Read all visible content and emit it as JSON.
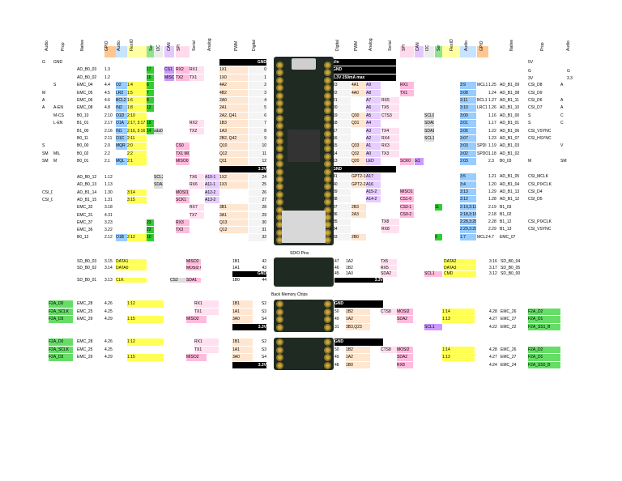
{
  "left_headers": [
    "Audio",
    "Prop",
    "Native",
    "GPIO",
    "Audio",
    "FlexIO",
    "Ser",
    "I2C",
    "CAN",
    "SPI",
    "Serial",
    "Analog",
    "PWM",
    "Digital"
  ],
  "right_headers": [
    "Digital",
    "PWM",
    "Analog",
    "Serial",
    "SPI",
    "CAN",
    "I2C",
    "Ser",
    "FlexIO",
    "Audio",
    "GPIO",
    "Native",
    "Prop",
    "Audio"
  ],
  "legend_row": {
    "l_audio": "G",
    "l_native": "GND",
    "r_prop1": "5V",
    "r_prop2": "G",
    "r_prop3": "3V",
    "r_audio2": "G",
    "r_audio3": "3.3"
  },
  "left_rows": [
    {
      "digital": "GND",
      "pwm": "",
      "native": "GND",
      "dark": true
    },
    {
      "native": "AD_B0_03",
      "gpio": "1.3",
      "flexio": "",
      "ser": "17",
      "spi": "RX2",
      "can": "CS1",
      "serial": "RX1",
      "pwm": "1X1",
      "digital": "0"
    },
    {
      "native": "AD_B0_02",
      "gpio": "1.2",
      "ser": "16",
      "spi": "TX2",
      "can": "MISO1",
      "serial": "TX1",
      "pwm": "1X0",
      "digital": "1"
    },
    {
      "prop": "S",
      "native": "EMC_04",
      "gpio": "4.4",
      "audio": "O2",
      "flexio": "1:4",
      "ser": "6",
      "pwm": "4A2",
      "digital": "2"
    },
    {
      "audio0": "M",
      "native": "EMC_05",
      "gpio": "4.5",
      "audio": "LR2",
      "flexio": "1:5",
      "ser": "7",
      "pwm": "4B2",
      "digital": "3"
    },
    {
      "audio0": "A",
      "native": "EMC_06",
      "gpio": "4.6",
      "audio": "BCL2",
      "flexio": "1:6",
      "ser": "8",
      "pwm": "2A0",
      "digital": "4"
    },
    {
      "audio0": "A",
      "prop": "A-EN",
      "native": "EMC_08",
      "gpio": "4.8",
      "audio": "IN2",
      "flexio": "1:8",
      "ser": "12",
      "pwm": "2A1",
      "digital": "5"
    },
    {
      "prop": "M-CS",
      "native": "B0_10",
      "gpio": "2.10",
      "audio": "O1D",
      "flexio": "2:10",
      "pwm": "2A2, Q41",
      "digital": "6"
    },
    {
      "prop": "L-EN",
      "native": "B1_01",
      "gpio": "2.17",
      "audio": "O1A",
      "flexio": "2:17, 3:17",
      "ser": "18",
      "serial": "RX2",
      "pwm": "1B3",
      "digital": "7"
    },
    {
      "native": "B1_00",
      "gpio": "2.16",
      "audio": "IN1",
      "flexio": "2:16, 3:16",
      "ser": "14",
      "i2c": "sda0",
      "serial": "TX2",
      "pwm": "1A3",
      "digital": "8"
    },
    {
      "native": "B0_11",
      "gpio": "2.11",
      "audio": "O1C",
      "flexio": "2:11",
      "pwm": "2B2, Q42",
      "digital": "9"
    },
    {
      "audio0": "S",
      "native": "B0_00",
      "gpio": "2.0",
      "audio": "MQR",
      "flexio": "2:0",
      "spi": "CS0",
      "pwm": "Q10",
      "digital": "10"
    },
    {
      "audio0": "SM",
      "prop": "MIL",
      "native": "B0_02",
      "gpio": "2.2",
      "flexio": "2:2",
      "spi": "TX1 MOSI0",
      "pwm": "Q12",
      "digital": "11"
    },
    {
      "audio0": "SM",
      "prop": "M",
      "native": "B0_01",
      "gpio": "2.1",
      "audio": "MQL",
      "flexio": "2:1",
      "spi": "MISO0",
      "pwm": "Q11",
      "digital": "12"
    },
    {
      "digital": "3.3V",
      "dark": true
    },
    {
      "native": "AD_B0_12",
      "gpio": "1.12",
      "i2c": "SCL2",
      "serial": "TX6",
      "analog": "A10-1",
      "pwm": "1X2",
      "digital": "24"
    },
    {
      "native": "AD_B0_13",
      "gpio": "1.13",
      "i2c": "SDA2",
      "serial": "RX6",
      "analog": "A11-1",
      "pwm": "1X3",
      "digital": "25"
    },
    {
      "audio0": "CSI_D3",
      "native": "AD_B1_14",
      "gpio": "1.30",
      "flexio": "3:14",
      "spi": "MOSI1",
      "analog": "A12-2",
      "digital": "26"
    },
    {
      "audio0": "CSI_D2",
      "native": "AD_B1_15",
      "gpio": "1.31",
      "flexio": "3:15",
      "spi": "SCK1",
      "analog": "A13-2",
      "digital": "27"
    },
    {
      "native": "EMC_32",
      "gpio": "3.18",
      "serial": "RX7",
      "pwm": "3B1",
      "digital": "28"
    },
    {
      "native": "EMC_31",
      "gpio": "4.31",
      "serial": "TX7",
      "pwm": "3A1",
      "digital": "29"
    },
    {
      "native": "EMC_37",
      "gpio": "3.23",
      "ser": "23",
      "spi": "RX3",
      "pwm": "Q13",
      "digital": "30"
    },
    {
      "native": "EMC_36",
      "gpio": "3.22",
      "ser": "22",
      "spi": "TX3",
      "pwm": "Q12",
      "digital": "31"
    },
    {
      "native": "B0_12",
      "gpio": "2.12",
      "audio": "O1B",
      "flexio": "2:12",
      "ser": "10",
      "pwm": "",
      "digital": "32"
    }
  ],
  "right_rows": [
    {
      "digital": "Vin",
      "prop": "5V",
      "dark": true
    },
    {
      "digital": "GND",
      "prop": "G",
      "prop2": "G",
      "dark": true
    },
    {
      "digital": "3.3V 250mA max",
      "prop": "3V",
      "prop2": "3.3",
      "dark": true
    },
    {
      "digital": "23",
      "pwm": "4A1",
      "analog": "A9",
      "spi": "RX1",
      "audio": "3:9",
      "gpio": "MCL1",
      "native": "1.25",
      "native2": "AD_B1_09",
      "prop": "CSI_D8",
      "audio2": "A"
    },
    {
      "digital": "22",
      "pwm": "4A0",
      "analog": "A8",
      "spi": "TX1",
      "audio": "3:08",
      "native": "1.24",
      "native2": "AD_B1_08",
      "prop": "CSI_D9"
    },
    {
      "digital": "21",
      "analog": "A7",
      "serial": "RX5",
      "audio": "3:11",
      "gpio": "BCL1",
      "native": "1.27",
      "native2": "AD_B1_11",
      "prop": "CSI_D6",
      "audio2": "A"
    },
    {
      "digital": "20",
      "analog": "A6",
      "serial": "TX5",
      "audio": "3:10",
      "gpio": "LRC1",
      "native": "1.26",
      "native2": "AD_B1_10",
      "prop": "CSI_D7",
      "audio2": "A"
    },
    {
      "digital": "19",
      "pwm": "Q30",
      "analog": "A5",
      "serial": "CTS3",
      "i2c": "SCL0",
      "audio": "3:00",
      "native": "1.16",
      "native2": "AD_B1_00",
      "prop": "S",
      "audio2": "C"
    },
    {
      "digital": "18",
      "pwm": "Q31",
      "analog": "A4",
      "i2c": "SDA0",
      "audio": "3:01",
      "native": "1.17",
      "native2": "AD_B1_01",
      "prop": "S",
      "audio2": "C"
    },
    {
      "digital": "17",
      "analog": "A3",
      "serial": "TX4",
      "i2c": "SDA1",
      "audio": "3:06",
      "native": "1.22",
      "native2": "AD_B1_06",
      "prop": "CSI_VSYNC"
    },
    {
      "digital": "16",
      "analog": "A2",
      "serial": "RX4",
      "i2c": "SCL1",
      "audio": "3:07",
      "native": "1.23",
      "native2": "AD_B1_07",
      "prop": "CSI_HSYNC"
    },
    {
      "digital": "15",
      "pwm": "Q33",
      "analog": "A1",
      "serial": "RX3",
      "audio": "3:03",
      "gpio": "SPDI",
      "native": "1.19",
      "native2": "AD_B1_03",
      "prop": "",
      "audio2": "V"
    },
    {
      "digital": "14",
      "pwm": "Q32",
      "analog": "A0",
      "serial": "TX3",
      "audio": "3:02",
      "gpio": "SPDO",
      "native": "1.18",
      "native2": "AD_B1_02"
    },
    {
      "digital": "13",
      "pwm": "Q20",
      "analog": "LED",
      "spi": "SCK0",
      "can": "tx1",
      "audio": "2:03",
      "native": "2.3",
      "native2": "B0_03",
      "prop": "M",
      "audio2": "SM"
    },
    {
      "digital": "GND",
      "dark": true
    },
    {
      "digital": "41",
      "pwm": "GPT2-1",
      "analog": "A17",
      "audio": "3:5",
      "native": "1.21",
      "native2": "AD_B1_05",
      "prop": "CSI_MCLK"
    },
    {
      "digital": "40",
      "pwm": "GPT2-2",
      "analog": "A16",
      "audio": "3:4",
      "native": "1.20",
      "native2": "AD_B1_04",
      "prop": "CSI_PIXCLK"
    },
    {
      "digital": "39",
      "analog": "A15-2",
      "spi": "MISO1",
      "audio": "3:13",
      "native": "1.29",
      "native2": "AD_B1_13",
      "prop": "CSI_D4"
    },
    {
      "digital": "38",
      "analog": "A14-2",
      "spi": "CS1-0",
      "audio": "3:12",
      "native": "1.28",
      "native2": "AD_B1_12",
      "prop": "CSI_D5"
    },
    {
      "digital": "37",
      "pwm": "2B3",
      "spi": "CS0-1",
      "ser": "11",
      "audio": "2:19,3:19",
      "native": "2.19",
      "native2": "B1_03"
    },
    {
      "digital": "36",
      "pwm": "2A3",
      "spi": "CS0-2",
      "ser": "",
      "audio": "2:18,3:18",
      "native": "2.18",
      "native2": "B1_02"
    },
    {
      "digital": "35",
      "serial": "TX8",
      "audio": "2:28,3:28",
      "native": "2.28",
      "native2": "B1_12",
      "prop": "CSI_PIXCLK"
    },
    {
      "digital": "34",
      "serial": "RX8",
      "audio": "2:29,3:29",
      "native": "2.29",
      "native2": "B1_13",
      "prop": "CSI_VSYNC"
    },
    {
      "digital": "33",
      "pwm": "2B0",
      "ser": "9",
      "audio": "1:7",
      "gpio": "MCL2",
      "native": "4.7",
      "native2": "EMC_07"
    }
  ],
  "sdio": {
    "title": "SDIO Pins",
    "left": [
      {
        "native": "SD_B0_03",
        "gpio": "3.15",
        "flexio": "DATA1",
        "spi": "MISO2",
        "pwm": "1B1",
        "num": "42"
      },
      {
        "native": "SD_B0_02",
        "gpio": "3.14",
        "flexio": "DATA0",
        "spi": "MOSI2 CTS8",
        "pwm": "1A1",
        "num": "43"
      },
      {
        "num": "GND",
        "dark": true
      },
      {
        "native": "SD_B0_01",
        "gpio": "3.13",
        "flexio": "CLK",
        "spi": "SDA1",
        "i2c": "CS2",
        "pwm": "1B0",
        "num": "44"
      }
    ],
    "right": [
      {
        "num": "47",
        "pwm": "1A2",
        "serial": "TX5",
        "flexio": "DATA2",
        "native": "3.16",
        "native2": "SD_B0_04"
      },
      {
        "num": "46",
        "pwm": "1B2",
        "serial": "RX5",
        "flexio": "DATA3",
        "native": "3.17",
        "native2": "SD_B0_05"
      },
      {
        "num": "45",
        "pwm": "1A0",
        "serial": "SDA2",
        "spi": "SCL1",
        "flexio": "CMD",
        "native": "3.12",
        "native2": "SD_B0_00"
      },
      {
        "num": "3.3V",
        "dark": true
      }
    ]
  },
  "back_title": "Back Memory Chips",
  "mem1": {
    "left": [
      {
        "prop": "F2A_D0",
        "native": "EMC_28",
        "gpio": "4.26",
        "flexio": "1:12",
        "serial": "RX1",
        "pwm": "1B1",
        "num": "S2"
      },
      {
        "prop": "F2A_SCLK",
        "native": "EMC_25",
        "gpio": "4.25",
        "serial": "TX1",
        "pwm": "1A1",
        "num": "S3"
      },
      {
        "prop": "F2A_D3",
        "native": "EMC_29",
        "gpio": "4.29",
        "flexio": "1:15",
        "spi": "MISO2",
        "pwm": "3A0",
        "num": "S4"
      },
      {
        "num": "3.3V",
        "dark": true
      }
    ],
    "right": [
      {
        "num": "GND",
        "dark": true
      },
      {
        "num": "50",
        "pwm": "1B2",
        "serial": "CTS8",
        "spi": "MOSI2",
        "flexio": "1:14",
        "native": "4.28",
        "native2": "EMC_26",
        "prop": "F2A_D2"
      },
      {
        "num": "49",
        "pwm": "1A2",
        "spi": "SDA2",
        "flexio": "1:13",
        "native": "4.27",
        "native2": "EMC_27",
        "prop": "F2A_D1"
      },
      {
        "num": "31",
        "pwm": "3B3,Q23",
        "can": "SCL1",
        "native": "4.22",
        "native2": "EMC_22",
        "prop": "F2A_SS1_B"
      }
    ]
  },
  "mem2": {
    "left": [
      {
        "prop": "F2A_D0",
        "native": "EMC_28",
        "gpio": "4.26",
        "flexio": "1:12",
        "serial": "RX1",
        "pwm": "1B1",
        "num": "S2"
      },
      {
        "prop": "F2A_SCLK",
        "native": "EMC_25",
        "gpio": "4.25",
        "serial": "TX1",
        "pwm": "1A1",
        "num": "S3"
      },
      {
        "prop": "F2A_D3",
        "native": "EMC_29",
        "gpio": "4.29",
        "flexio": "1:15",
        "spi": "MISO2",
        "pwm": "3A0",
        "num": "S4"
      },
      {
        "num": "3.3V",
        "dark": true
      }
    ],
    "right": [
      {
        "num": "GND",
        "dark": true
      },
      {
        "num": "50",
        "pwm": "1B2",
        "serial": "CTS8",
        "spi": "MOSI2",
        "flexio": "1:14",
        "native": "4.28",
        "native2": "EMC_26",
        "prop": "F2A_D2"
      },
      {
        "num": "49",
        "pwm": "1A2",
        "spi": "SDA2",
        "flexio": "1:13",
        "native": "4.27",
        "native2": "EMC_27",
        "prop": "F2A_D1"
      },
      {
        "num": "48",
        "pwm": "1B0",
        "spi": "RX8",
        "native": "4.24",
        "native2": "EMC_24",
        "prop": "F2A_SS0_B"
      }
    ]
  },
  "colors": {
    "yellow": "#ffff55",
    "green": "#33cc33",
    "light_green": "#66dd66",
    "orange": "#ff9933",
    "pink": "#ffbbdd",
    "purple": "#cc99ff",
    "blue": "#99ccff",
    "salmon": "#ffcc99",
    "gray": "#dddddd",
    "dark": "#000000",
    "board": "#1f2a22"
  }
}
